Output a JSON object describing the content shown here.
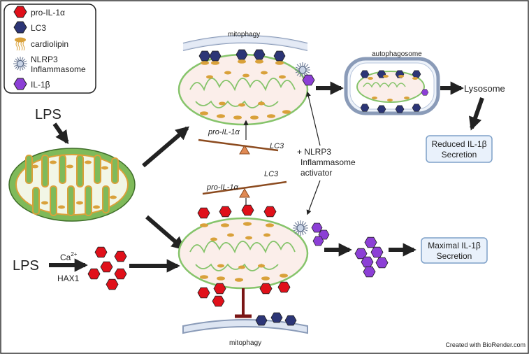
{
  "legend": [
    {
      "icon": "pro-il1a-hexagon-icon",
      "label": "pro-IL-1α",
      "color": "#e0101a"
    },
    {
      "icon": "lc3-hexagon-icon",
      "label": "LC3",
      "color": "#2c3576"
    },
    {
      "icon": "cardiolipin-icon",
      "label": "cardiolipin",
      "color": "#d9a13a"
    },
    {
      "icon": "nlrp3-inflammasome-icon",
      "label_line1": "NLRP3",
      "label_line2": "Inflammasome"
    },
    {
      "icon": "il1b-hexagon-icon",
      "label": "IL-1β",
      "color": "#8c3fd6"
    }
  ],
  "labels": {
    "lps_top": "LPS",
    "lps_bottom": "LPS",
    "ca": "Ca",
    "ca_sup": "2+",
    "hax1": "HAX1",
    "mitophagy_top": "mitophagy",
    "mitophagy_bottom": "mitophagy",
    "autophagosome": "autophagosome",
    "lysosome": "Lysosome",
    "reduced_line1": "Reduced IL-1β",
    "reduced_line2": "Secretion",
    "maximal_line1": "Maximal IL-1β",
    "maximal_line2": "Secretion",
    "nlrp3_line1": "+ NLRP3",
    "nlrp3_line2": "Inflammasome",
    "nlrp3_line3": "activator",
    "balance_top_left": "pro-IL-1α",
    "balance_top_right": "LC3",
    "balance_bottom_left": "pro-IL-1α",
    "balance_bottom_right": "LC3",
    "credit": "Created with BioRender.com"
  },
  "colors": {
    "membrane_green": "#86c46b",
    "matrix": "#fbeeea",
    "outer_green": "#7fba5a",
    "pro_il1a": "#e0101a",
    "lc3": "#2c3576",
    "il1b": "#8c3fd6",
    "cardiolipin": "#d9a13a",
    "box_fill": "#e9f1fb",
    "box_stroke": "#7ea0c8",
    "inhibit": "#7a1515"
  }
}
